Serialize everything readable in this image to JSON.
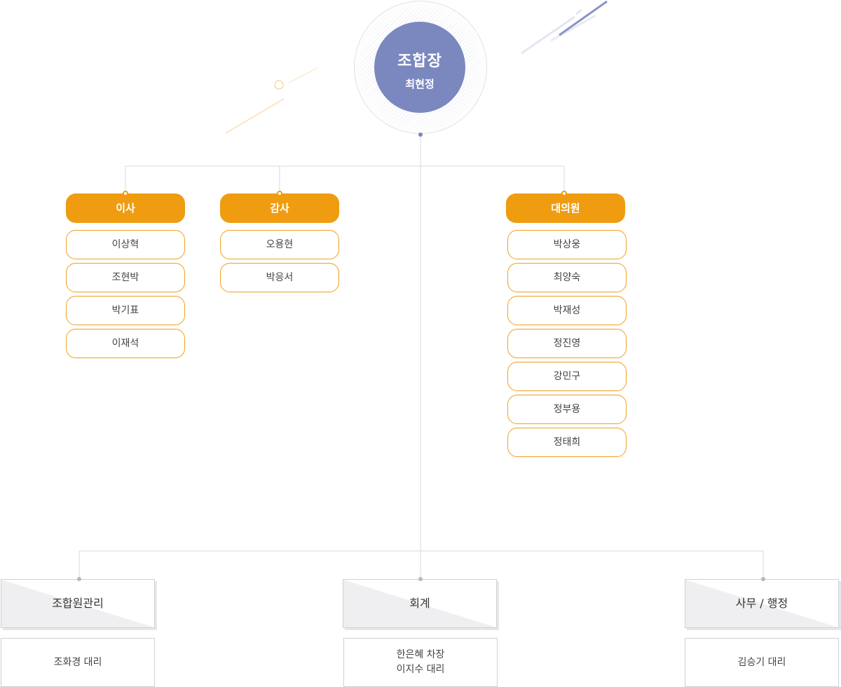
{
  "head": {
    "title": "조합장",
    "name": "최현정"
  },
  "groups": [
    {
      "label": "이사",
      "members": [
        "이상혁",
        "조현박",
        "박기표",
        "이재석"
      ]
    },
    {
      "label": "감사",
      "members": [
        "오용현",
        "박응서"
      ]
    },
    {
      "label": "대의원",
      "members": [
        "박상웅",
        "최양숙",
        "박재성",
        "정진영",
        "강민구",
        "정부용",
        "정태희"
      ]
    }
  ],
  "departments": [
    {
      "label": "조합원관리",
      "staff": [
        "조화경 대리"
      ]
    },
    {
      "label": "회계",
      "staff": [
        "한은혜 차장",
        "이지수 대리"
      ]
    },
    {
      "label": "사무 / 행정",
      "staff": [
        "김승기 대리"
      ]
    }
  ],
  "colors": {
    "accent_orange": "#ef9c10",
    "head_purple": "#7a88bf",
    "line_gray": "#d9d9de"
  }
}
